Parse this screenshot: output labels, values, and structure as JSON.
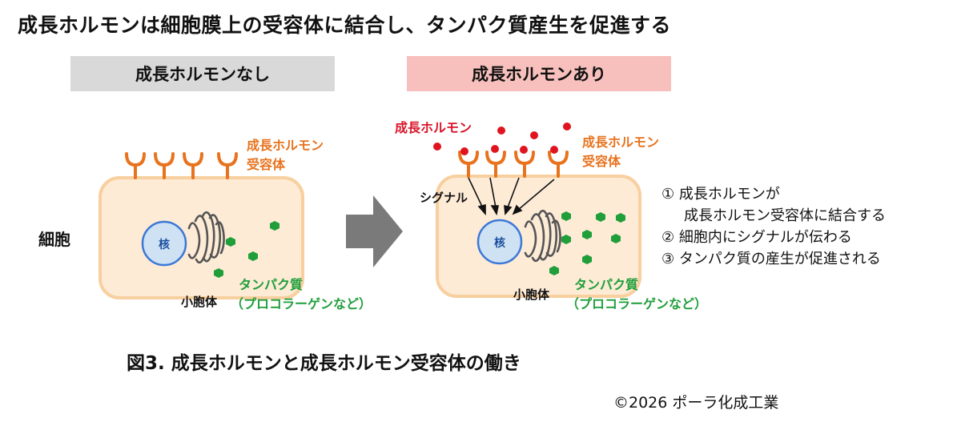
{
  "title": "成長ホルモンは細胞膜上の受容体に結合し、タンパク質産生を促進する",
  "panels": {
    "left": {
      "heading": "成長ホルモンなし",
      "receptor_label_1": "成長ホルモン",
      "receptor_label_2": "受容体",
      "nucleus_label": "核",
      "organelle_label": "小胞体",
      "protein_label_1": "タンパク質",
      "protein_label_2": "（プロコラーゲンなど）"
    },
    "right": {
      "heading": "成長ホルモンあり",
      "hormone_label": "成長ホルモン",
      "receptor_label_1": "成長ホルモン",
      "receptor_label_2": "受容体",
      "signal_label": "シグナル",
      "nucleus_label": "核",
      "organelle_label": "小胞体",
      "protein_label_1": "タンパク質",
      "protein_label_2": "（プロコラーゲンなど）"
    }
  },
  "cell_label": "細胞",
  "steps": [
    "① 成長ホルモンが",
    "成長ホルモン受容体に結合する",
    "② 細胞内にシグナルが伝わる",
    "③ タンパク質の産生が促進される"
  ],
  "caption": "図3. 成長ホルモンと成長ホルモン受容体の働き",
  "copyright": "©2026 ポーラ化成工業",
  "colors": {
    "cell_fill": "#fdebd6",
    "cell_border": "#f8cf9e",
    "receptor": "#e8731e",
    "hormone": "#e0141e",
    "protein": "#1f9e3a",
    "nucleus_fill": "#cfe2f3",
    "nucleus_border": "#3c78d8",
    "arrow": "#7a7a7a"
  }
}
